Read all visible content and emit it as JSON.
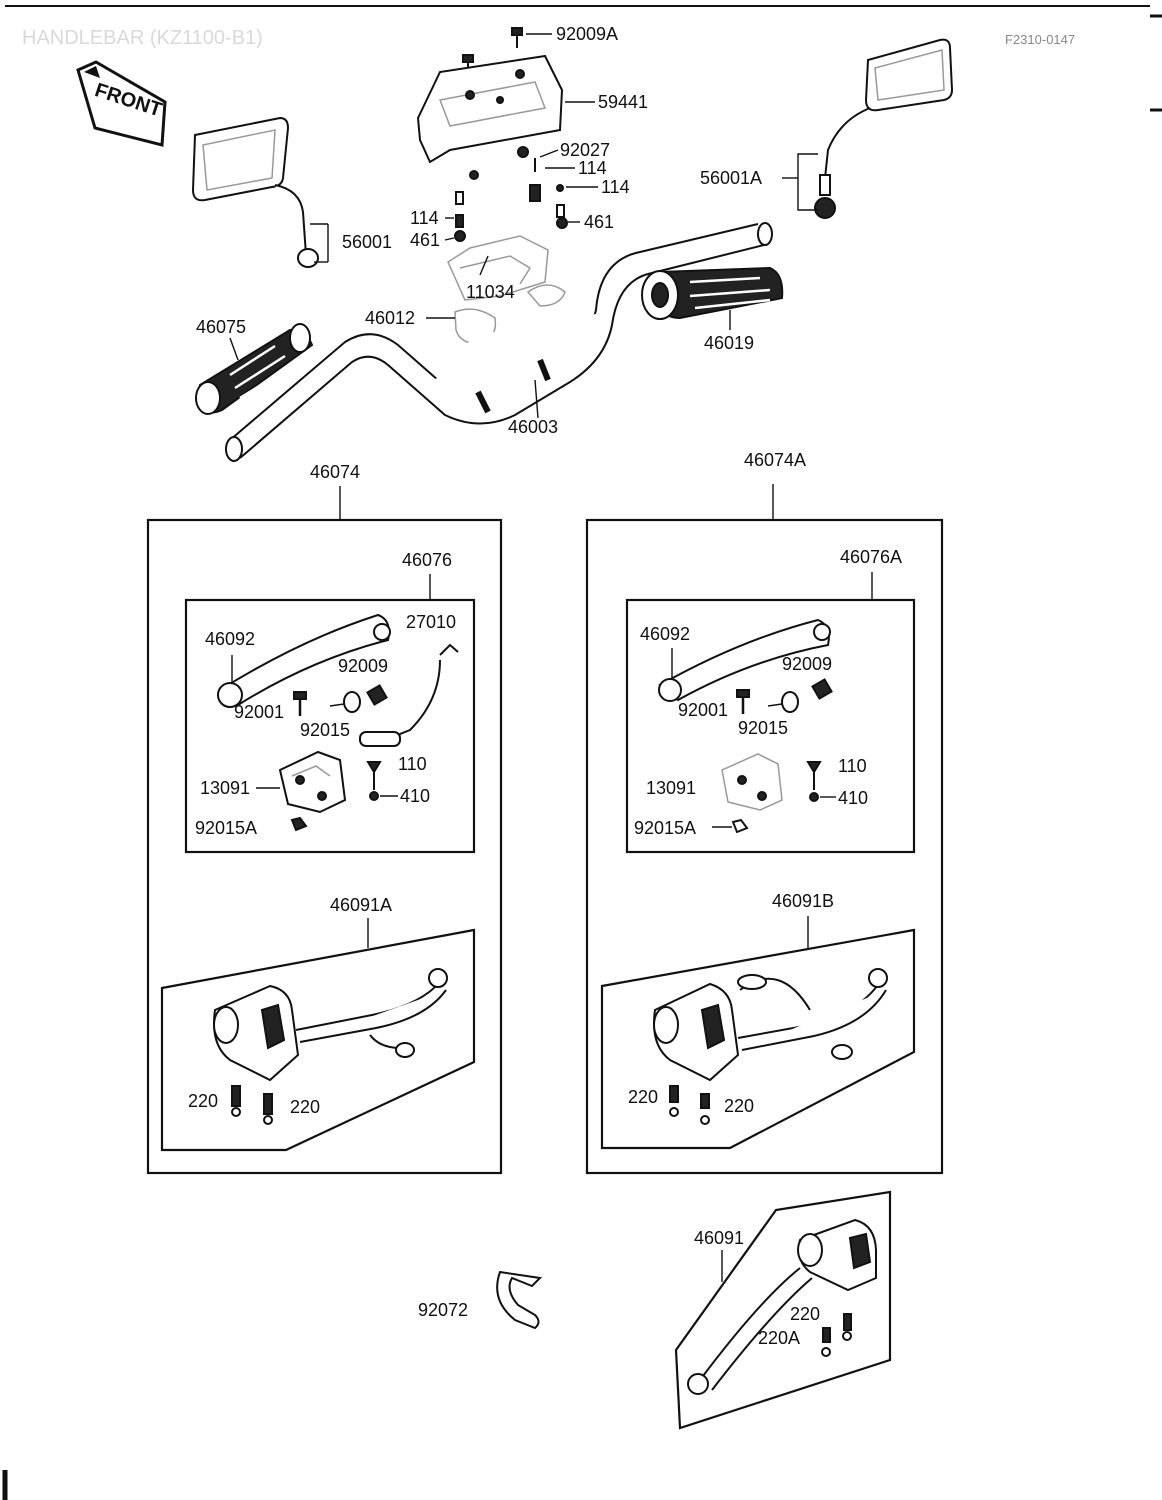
{
  "header": {
    "title": "HANDLEBAR (KZ1100-B1)",
    "code": "F2310-0147",
    "front_label": "FRONT"
  },
  "callouts": {
    "c92009A": "92009A",
    "c59441": "59441",
    "c92027": "92027",
    "c114a": "114",
    "c114b": "114",
    "c114c": "114",
    "c461a": "461",
    "c461b": "461",
    "c56001": "56001",
    "c56001A": "56001A",
    "c11034": "11034",
    "c46012": "46012",
    "c46075": "46075",
    "c46019": "46019",
    "c46003": "46003",
    "c46074": "46074",
    "c46074A": "46074A",
    "L46076": "46076",
    "L46092": "46092",
    "L27010": "27010",
    "L92009": "92009",
    "L92001": "92001",
    "L92015": "92015",
    "L110": "110",
    "L13091": "13091",
    "L410": "410",
    "L92015A": "92015A",
    "L46091A": "46091A",
    "L220a": "220",
    "L220b": "220",
    "R46076A": "46076A",
    "R46092": "46092",
    "R92009": "92009",
    "R92001": "92001",
    "R92015": "92015",
    "R110": "110",
    "R13091": "13091",
    "R410": "410",
    "R92015A": "92015A",
    "R46091B": "46091B",
    "R220a": "220",
    "R220b": "220",
    "c92072": "92072",
    "c46091": "46091",
    "c220": "220",
    "c220A": "220A"
  }
}
